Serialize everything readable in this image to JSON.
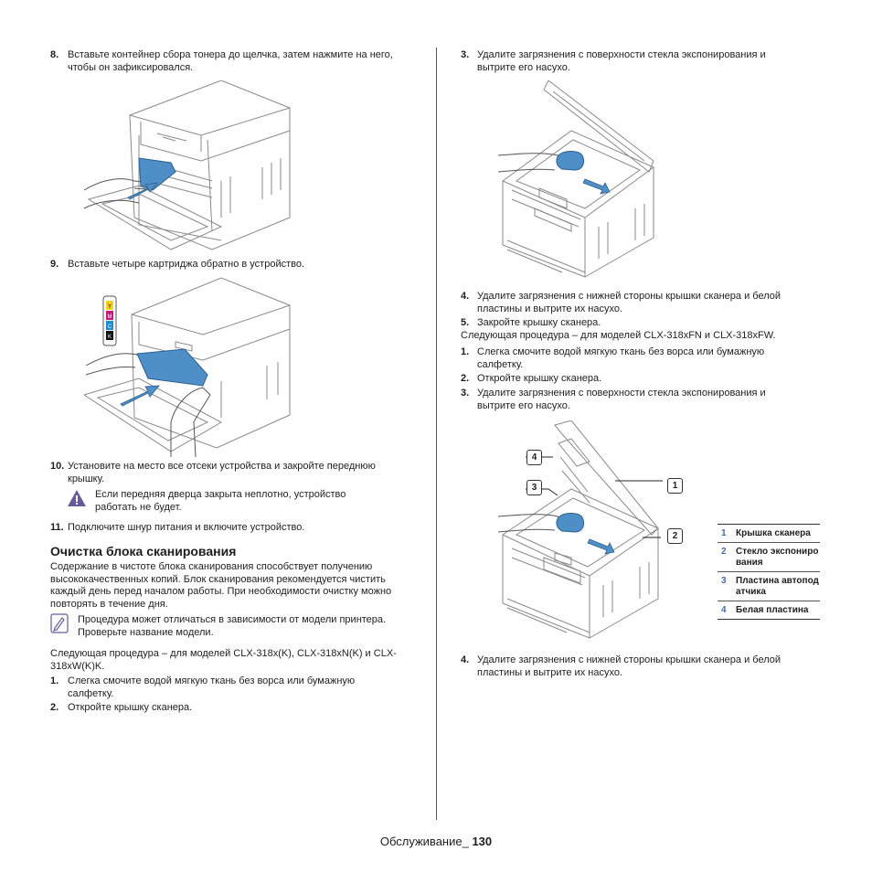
{
  "left": {
    "step8": {
      "num": "8.",
      "text": "Вставьте контейнер сбора тонера до щелчка, затем нажмите на него, чтобы он зафиксировался."
    },
    "step9": {
      "num": "9.",
      "text": "Вставьте четыре картриджа обратно в устройство."
    },
    "cartridge_labels": [
      "Y",
      "M",
      "C",
      "K"
    ],
    "step10": {
      "num": "10.",
      "text": "Установите на место все отсеки устройства и закройте переднюю крышку."
    },
    "warning": "Если передняя дверца закрыта неплотно, устройство работать не будет.",
    "step11": {
      "num": "11.",
      "text": "Подключите шнур питания и включите устройство."
    },
    "section_title": "Очистка блока сканирования",
    "intro": "Содержание в чистоте блока сканирования способствует получению высококачественных копий. Блок сканирования рекомендуется чистить каждый день перед началом работы. При необходимости очистку можно повторять в течение дня.",
    "note": "Процедура может отличаться в зависимости от модели принтера. Проверьте название модели.",
    "procedure_intro": "Следующая процедура – для моделей CLX-318x(K), CLX-318xN(K) и CLX-318xW(K)K.",
    "step1": {
      "num": "1.",
      "text": "Слегка смочите водой мягкую ткань без ворса или бумажную салфетку."
    },
    "step2": {
      "num": "2.",
      "text": "Откройте крышку сканера."
    }
  },
  "right": {
    "step3a": {
      "num": "3.",
      "text": "Удалите загрязнения с поверхности стекла экспонирования и вытрите его насухо."
    },
    "step4a": {
      "num": "4.",
      "text": "Удалите загрязнения с нижней стороны крышки сканера и белой пластины и вытрите их насухо."
    },
    "step5": {
      "num": "5.",
      "text": "Закройте крышку сканера."
    },
    "procedure_intro2": "Следующая процедура – для моделей CLX-318xFN и CLX-318xFW.",
    "step1b": {
      "num": "1.",
      "text": "Слегка смочите водой мягкую ткань без ворса или бумажную салфетку."
    },
    "step2b": {
      "num": "2.",
      "text": "Откройте крышку сканера."
    },
    "step3b": {
      "num": "3.",
      "text": "Удалите загрязнения с поверхности стекла экспонирования и вытрите его насухо."
    },
    "callouts": [
      "4",
      "3",
      "1",
      "2"
    ],
    "legend": [
      {
        "n": "1",
        "label": "Крышка сканера"
      },
      {
        "n": "2",
        "label": "Стекло экспонирования"
      },
      {
        "n": "3",
        "label": "Пластина автоподатчика"
      },
      {
        "n": "4",
        "label": "Белая пластина"
      }
    ],
    "step4b": {
      "num": "4.",
      "text": "Удалите загрязнения с нижней стороны крышки сканера и белой пластины и вытрите их насухо."
    }
  },
  "footer": {
    "section": "Обслуживание_",
    "page": "130"
  },
  "colors": {
    "accent": "#4a6aa5",
    "part_blue": "#4f8fc7",
    "warning": "#6a5a9a"
  }
}
